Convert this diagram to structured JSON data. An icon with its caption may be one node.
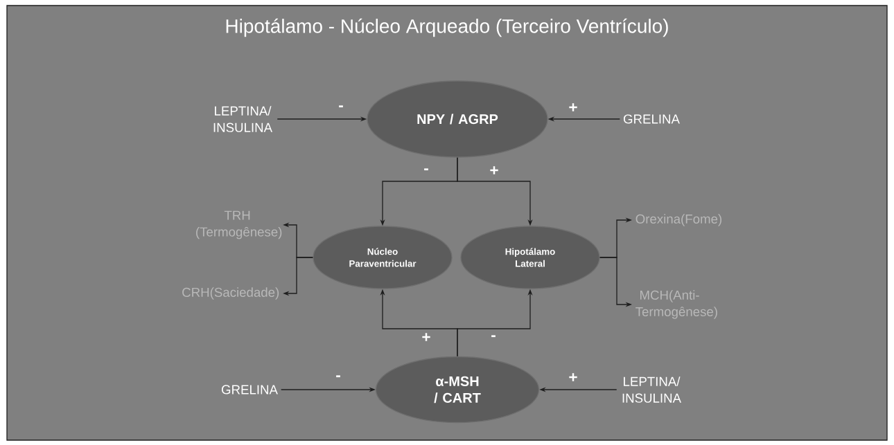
{
  "diagram": {
    "title": "Hipotálamo - Núcleo Arqueado (Terceiro Ventrículo)",
    "nodes": [
      {
        "text": [
          "NPY / AGRP"
        ]
      },
      {
        "text": [
          "LEPTINA/ INSULINA"
        ]
      },
      {
        "text": [
          "GRELINA"
        ]
      },
      {
        "text": [
          "Núcleo Paraventricular"
        ]
      },
      {
        "text": [
          "Hipotálamo Lateral"
        ]
      },
      {
        "text": [
          "TRH (Termogênese)"
        ]
      },
      {
        "text": [
          "CRH(Saciedade)"
        ]
      },
      {
        "text": [
          "Orexina(Fome)"
        ]
      },
      {
        "text": [
          "MCH(Anti- Termogênese)"
        ]
      },
      {
        "text": [
          "α-MSH / CART"
        ]
      },
      {
        "text": [
          "GRELINA"
        ]
      },
      {
        "text": [
          "LEPTINA/ INSULINA"
        ]
      }
    ],
    "edges": [
      {
        "from": 1,
        "to": 0,
        "arrow": "to",
        "label": "-"
      },
      {
        "from": 2,
        "to": 0,
        "arrow": "to",
        "label": "+"
      },
      {
        "from": 0,
        "to": 3,
        "arrow": "to",
        "label": "-"
      },
      {
        "from": 0,
        "to": 4,
        "arrow": "to",
        "label": "+"
      },
      {
        "from": 3,
        "to": 5,
        "arrow": "to"
      },
      {
        "from": 3,
        "to": 6,
        "arrow": "to"
      },
      {
        "from": 4,
        "to": 7,
        "arrow": "to"
      },
      {
        "from": 4,
        "to": 8,
        "arrow": "to"
      },
      {
        "from": 9,
        "to": 3,
        "arrow": "to",
        "label": "+"
      },
      {
        "from": 9,
        "to": 4,
        "arrow": "to",
        "label": "-"
      },
      {
        "from": 10,
        "to": 9,
        "arrow": "to",
        "label": "-"
      },
      {
        "from": 11,
        "to": 9,
        "arrow": "to",
        "label": "+"
      }
    ]
  }
}
